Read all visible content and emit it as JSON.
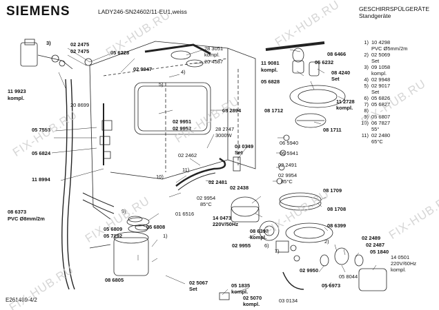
{
  "header": {
    "brand": "SIEMENS",
    "model": "LADY246-SN24602/11-EU1,weiss",
    "category": "GESCHIRRSPÜLGERÄTE",
    "subcategory": "Standgeräte"
  },
  "footer": {
    "drawing_id": "E261489-4/2"
  },
  "watermark": "FIX-HUB.RU",
  "legend": [
    {
      "n": "1)",
      "code": "10 4298",
      "note": "PVC Ø5mm/2m"
    },
    {
      "n": "2)",
      "code": "02 5069",
      "note": "Set"
    },
    {
      "n": "3)",
      "code": "09 1058",
      "note": "kompl."
    },
    {
      "n": "4)",
      "code": "02 9948",
      "note": ""
    },
    {
      "n": "5)",
      "code": "02 9017",
      "note": "Set"
    },
    {
      "n": "6)",
      "code": "05 6826",
      "note": ""
    },
    {
      "n": "7)",
      "code": "05 6827",
      "note": ""
    },
    {
      "n": "8)",
      "code": "",
      "note": ""
    },
    {
      "n": "9)",
      "code": "05 6807",
      "note": ""
    },
    {
      "n": "10)",
      "code": "06 7827",
      "note": "55°"
    },
    {
      "n": "11)",
      "code": "02 2480",
      "note": "65°C"
    }
  ],
  "parts": {
    "p_3": "3)",
    "p_022475": "02 2475",
    "p_027475": "02 7475",
    "p_056228": "05 6228",
    "p_283051": "28 3051",
    "p_kompl_a": "kompl.",
    "p_204587": "20 4587",
    "p_029947": "02 9947",
    "p_4a": "4)",
    "p_5a": "5)",
    "p_119923": "11 9923",
    "p_kompl_b": "kompl.",
    "p_208699": "20 8699",
    "p_029951": "02 9951",
    "p_029952": "02 9952",
    "p_082894": "08 2894",
    "p_057553": "05 7553",
    "p_056824": "05 6824",
    "p_282747": "28 2747",
    "p_3000w": "3000W",
    "p_022462": "02 2462",
    "p_11a": "11)",
    "p_10a": "10)",
    "p_022481": "02 2481",
    "p_118994": "11 8994",
    "p_029954a": "02 9954",
    "p_85ca": "85°C",
    "p_016516": "01 6516",
    "p_086373": "08 6373",
    "p_pvc8": "PVC Ø8mm/2m",
    "p_9a": "9)",
    "p_056809": "05 6809",
    "p_057192": "05 7192",
    "p_056808": "05 6808",
    "p_1a": "1)",
    "p_086805": "08 6805",
    "p_051835": "05 1835",
    "p_kompl_c": "kompl.",
    "p_025067": "02 5067",
    "p_set_a": "Set",
    "p_025070": "02 5070",
    "p_kompl_d": "kompl.",
    "p_030134": "03 0134",
    "p_086466": "08 6466",
    "p_119081": "11 9081",
    "p_kompl_e": "kompl.",
    "p_056232": "05 6232",
    "p_084240": "08 4240",
    "p_set_b": "Set",
    "p_056828": "05 6828",
    "p_117728": "11 2728",
    "p_kompl_f": "kompl.",
    "p_081712": "08 1712",
    "p_081711": "08 1711",
    "p_030349": "03 0349",
    "p_set_c": "Set",
    "p_065940": "06 5940",
    "p_065941": "06 5941",
    "p_022491": "02 2491",
    "p_029954b": "02 9954",
    "p_85cb": "85°C",
    "p_022438": "02 2438",
    "p_081709": "08 1709",
    "p_081708": "08 1708",
    "p_140473": "14 0473",
    "p_220v": "220V/50Hz",
    "p_086398": "08 6398",
    "p_kompl_g": "kompl.",
    "p_029955": "02 9955",
    "p_6a": "6)",
    "p_7a": "7)",
    "p_2a": "2)",
    "p_086399": "08 6399",
    "p_022489": "02 2489",
    "p_022487": "02 2487",
    "p_051840": "05 1840",
    "p_140501": "14 0501",
    "p_220v60": "220V/60Hz",
    "p_kompl_h": "kompl.",
    "p_058044": "05 8044",
    "p_029950": "02 9950",
    "p_056973": "05 6973"
  }
}
